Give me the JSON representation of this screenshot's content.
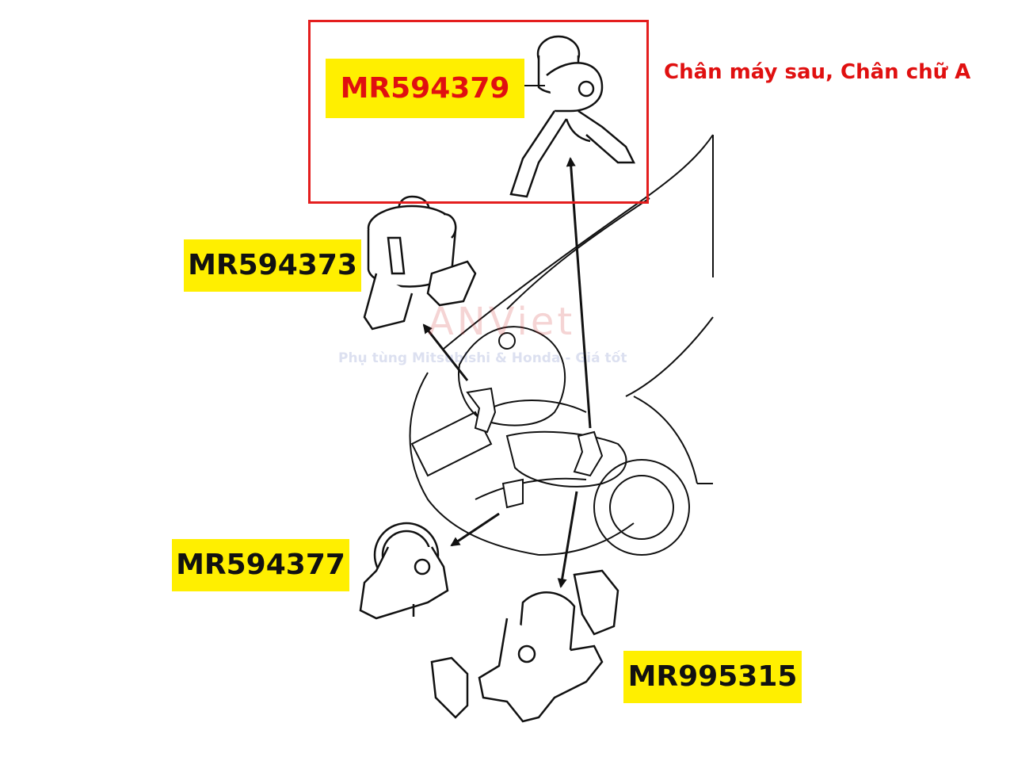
{
  "labels": {
    "top_part": "MR594379",
    "upper_left_part": "MR594373",
    "lower_left_part": "MR594377",
    "bottom_right_part": "MR995315"
  },
  "caption": "Chân máy sau, Chân chữ A",
  "watermark": {
    "brand": "ANViet",
    "tagline": "Phụ tùng Mitsubishi & Honda - Giá tốt"
  },
  "colors": {
    "label_background": "#ffef00",
    "highlight": "#e41e1e",
    "caption_text": "#e01010"
  }
}
